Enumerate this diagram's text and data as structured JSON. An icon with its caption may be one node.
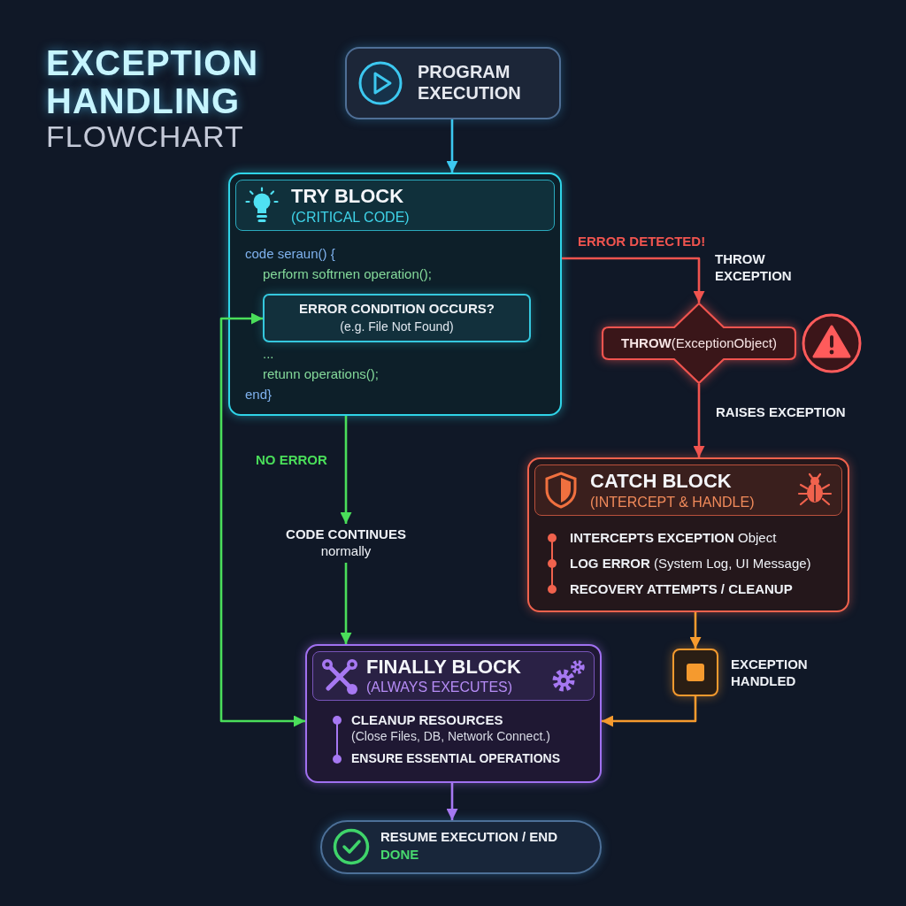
{
  "diagram": {
    "title": "**EXCEPTION HANDLING** FLOWCHART",
    "nodes": [
      {
        "text": [
          "PROGRAM EXECUTION"
        ]
      },
      {
        "text": [
          "TRY BLOCK",
          "(CRITICAL CODE)",
          "code seraun() {",
          "perform softrnen operation();",
          "...",
          "retunn operations();",
          "end}"
        ]
      },
      {
        "text": [
          "ERROR CONDITION OCCURS?",
          "(e.g. File Not Found)"
        ],
        "in": 1
      },
      {
        "text": [
          "**THROW**(ExceptionObject)"
        ]
      },
      {
        "text": [
          "CATCH BLOCK",
          "(INTERCEPT & HANDLE)",
          "**INTERCEPTS EXCEPTION** Object",
          "**LOG ERROR** (System Log, UI Message)",
          "RECOVERY ATTEMPTS / CLEANUP"
        ]
      },
      {
        "text": [
          "**CODE CONTINUES** normally"
        ]
      },
      {
        "text": [],
        "shape": "box",
        "beside": [
          "EXCEPTION HANDLED"
        ]
      },
      {
        "text": [
          "FINALLY BLOCK",
          "(ALWAYS EXECUTES)",
          "CLEANUP RESOURCES",
          "(Close Files, DB, Network Connect.)",
          "ENSURE ESSENTIAL OPERATIONS"
        ]
      },
      {
        "text": [
          "RESUME EXECUTION / END",
          "DONE"
        ]
      }
    ],
    "edges": [
      {
        "from": 0,
        "to": 1,
        "arrow": "to",
        "color": "#3cc8f0"
      },
      {
        "from": 1,
        "to": 3,
        "arrow": "to",
        "label": "ERROR DETECTED!",
        "color": "#f0544f"
      },
      {
        "from": 3,
        "to": 4,
        "arrow": "to",
        "label": "RAISES EXCEPTION",
        "color": "#f0544f"
      },
      {
        "from": 2,
        "to": 7,
        "arrow": "both",
        "color": "#4ade5a"
      },
      {
        "from": 1,
        "to": 5,
        "arrow": "to",
        "label": "NO ERROR",
        "color": "#4ade5a"
      },
      {
        "from": 5,
        "to": 7,
        "arrow": "to",
        "color": "#4ade5a"
      },
      {
        "from": 4,
        "to": 6,
        "arrow": "to",
        "color": "#f59a2e"
      },
      {
        "from": 6,
        "to": 7,
        "arrow": "to",
        "color": "#f59a2e"
      },
      {
        "from": 7,
        "to": 8,
        "arrow": "to",
        "color": "#a678f2"
      }
    ],
    "labels": [
      "THROW EXCEPTION"
    ]
  }
}
